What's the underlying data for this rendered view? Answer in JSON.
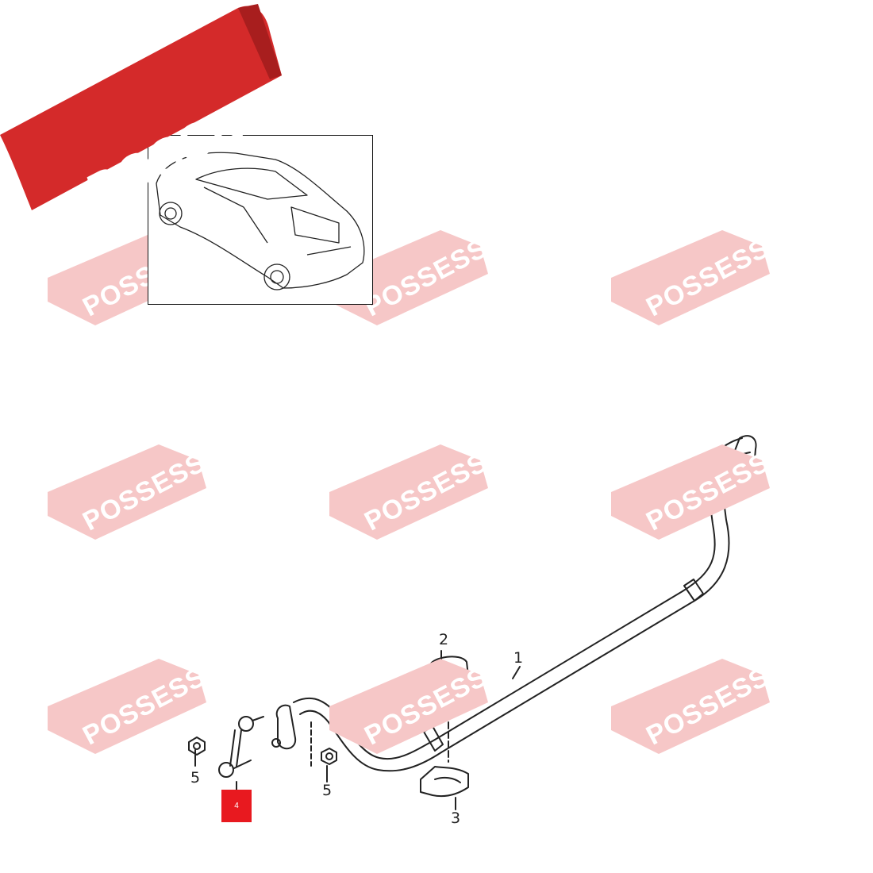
{
  "brand": {
    "logo_text": "POSSESS",
    "banner_color": "#d42a2a",
    "watermark_color": "#f2b9b9"
  },
  "callouts": {
    "c1": "1",
    "c2": "2",
    "c3": "3",
    "c4": "4",
    "c5a": "5",
    "c5b": "5"
  },
  "highlight_color": "#e8191f"
}
